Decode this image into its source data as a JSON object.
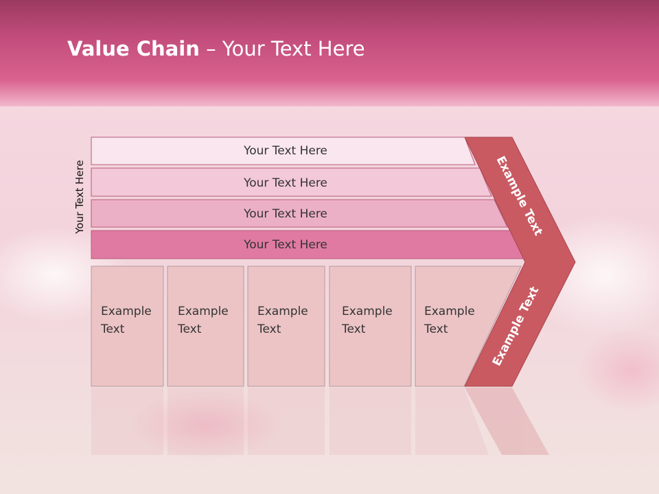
{
  "title": {
    "bold": "Value Chain",
    "rest": " – Your Text Here"
  },
  "side_label": "Your Text Here",
  "rows": [
    {
      "label": "Your Text Here",
      "color": "#f9e6ee"
    },
    {
      "label": "Your Text Here",
      "color": "#f3c8d8"
    },
    {
      "label": "Your Text Here",
      "color": "#ecb0c6"
    },
    {
      "label": "Your Text Here",
      "color": "#e07aa2"
    }
  ],
  "cells": [
    {
      "line1": "Example",
      "line2": "Text"
    },
    {
      "line1": "Example",
      "line2": "Text"
    },
    {
      "line1": "Example",
      "line2": "Text"
    },
    {
      "line1": "Example",
      "line2": "Text"
    },
    {
      "line1": "Example",
      "line2": "Text"
    }
  ],
  "arrow": {
    "upper": "Example Text",
    "lower": "Example Text"
  },
  "colors": {
    "header": "#cc4d7e",
    "cell_fill": "#ecc4c6",
    "arrow_fill": "#c95a62"
  }
}
